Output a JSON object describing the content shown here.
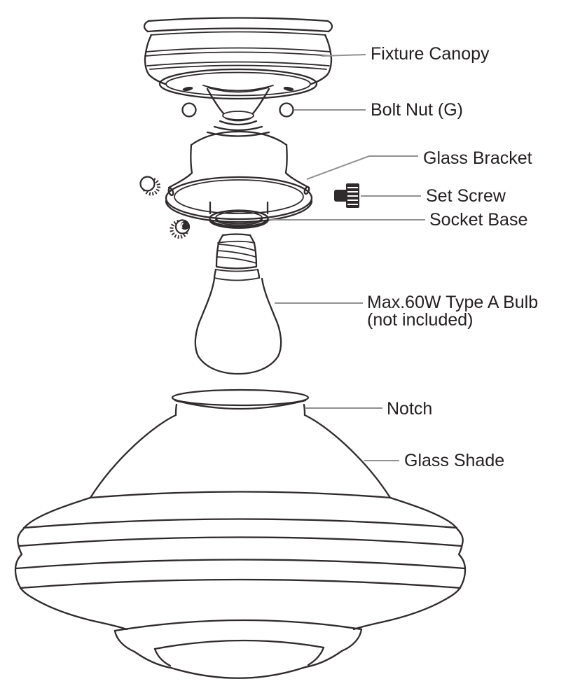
{
  "figure": {
    "type": "exploded-parts-diagram",
    "subject": "ceiling light fixture assembly"
  },
  "colors": {
    "line": "#2f2b2c",
    "leader": "#919191",
    "text": "#231f20",
    "background": "#ffffff"
  },
  "parts": [
    {
      "id": "fixture-canopy",
      "label": "Fixture Canopy"
    },
    {
      "id": "bolt-nut",
      "label": "Bolt Nut (G)"
    },
    {
      "id": "glass-bracket",
      "label": "Glass Bracket"
    },
    {
      "id": "set-screw",
      "label": "Set Screw"
    },
    {
      "id": "socket-base",
      "label": "Socket Base"
    },
    {
      "id": "bulb",
      "label": "Max.60W Type A Bulb",
      "label2": "(not included)"
    },
    {
      "id": "notch",
      "label": "Notch"
    },
    {
      "id": "glass-shade",
      "label": "Glass Shade"
    }
  ]
}
